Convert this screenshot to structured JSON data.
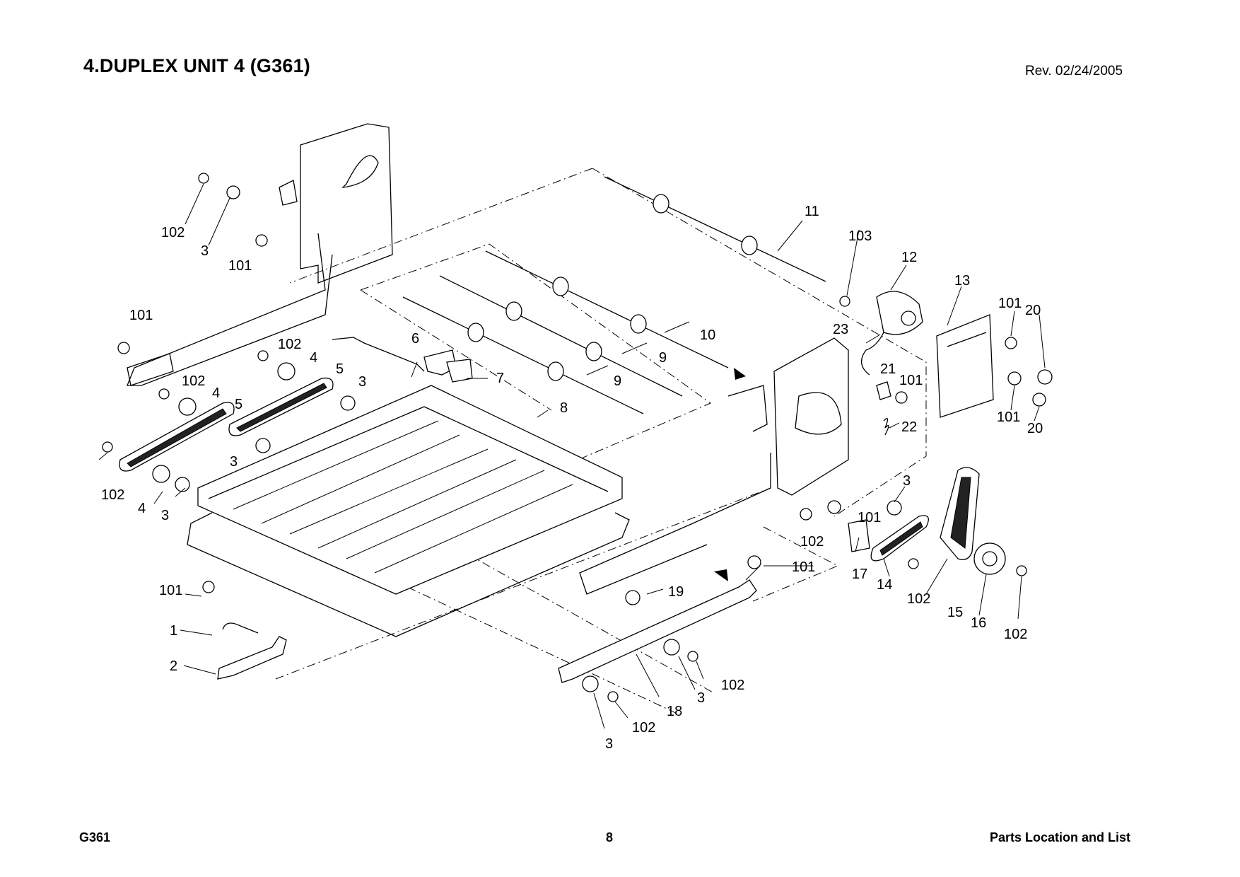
{
  "header": {
    "title": "4.DUPLEX UNIT 4 (G361)",
    "revision": "Rev. 02/24/2005"
  },
  "footer": {
    "model": "G361",
    "page_number": "8",
    "section": "Parts Location and List"
  },
  "callouts": [
    "102",
    "3",
    "101",
    "101",
    "102",
    "4",
    "5",
    "102",
    "4",
    "5",
    "3",
    "3",
    "102",
    "4",
    "3",
    "6",
    "7",
    "8",
    "9",
    "9",
    "10",
    "11",
    "103",
    "12",
    "13",
    "101",
    "20",
    "23",
    "21",
    "101",
    "22",
    "101",
    "20",
    "3",
    "101",
    "102",
    "17",
    "14",
    "102",
    "15",
    "16",
    "102",
    "101",
    "19",
    "101",
    "1",
    "2",
    "18",
    "3",
    "102",
    "3",
    "102"
  ]
}
